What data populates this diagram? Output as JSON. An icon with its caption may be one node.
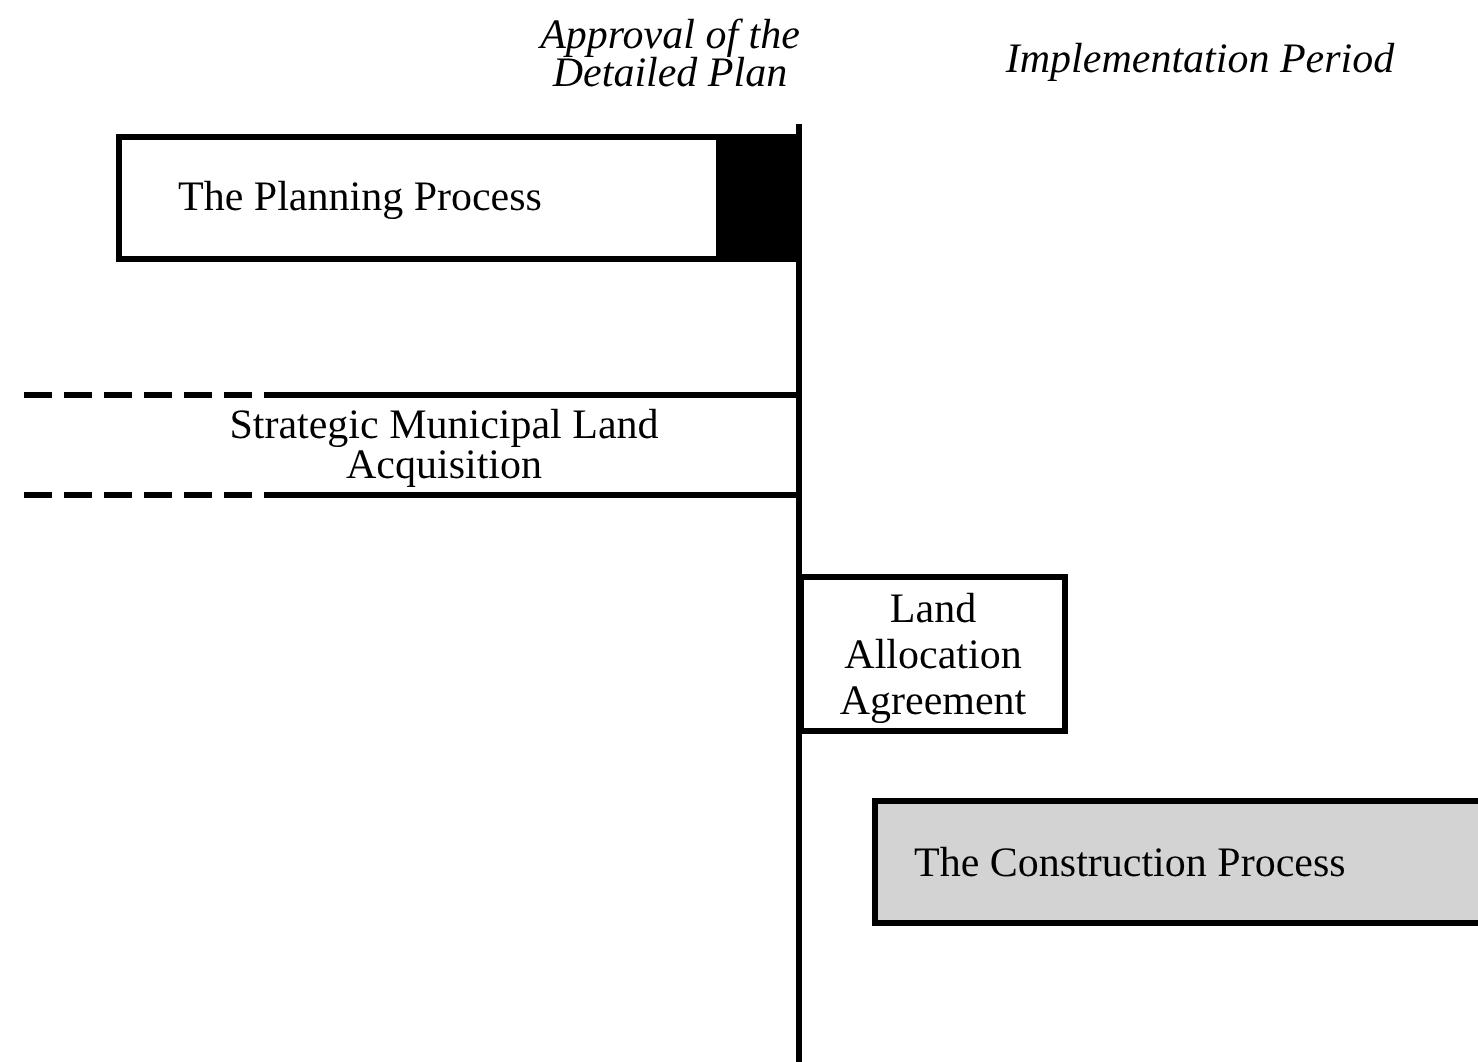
{
  "diagram": {
    "nodes": [
      {
        "text": [
          "The Planning Process"
        ]
      },
      {
        "text": [
          "Strategic Municipal Land Acquisition"
        ]
      },
      {
        "text": [
          "Land Allocation Agreement"
        ]
      },
      {
        "text": [
          "The Construction Process"
        ]
      }
    ],
    "labels": [
      "Approval of the Detailed Plan",
      "Implementation Period"
    ]
  }
}
